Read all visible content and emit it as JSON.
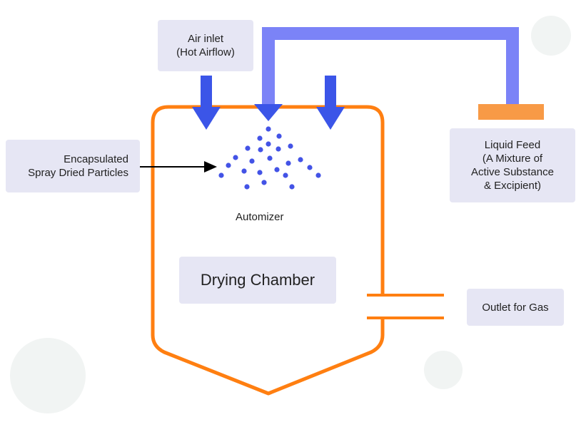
{
  "labels": {
    "air_inlet": "Air inlet\n(Hot Airflow)",
    "encapsulated": "Encapsulated\nSpray Dried Particles",
    "liquid_feed": "Liquid Feed\n(A Mixture of\nActive Substance\n& Excipient)",
    "automizer": "Automizer",
    "drying_chamber": "Drying Chamber",
    "outlet": "Outlet for Gas"
  },
  "colors": {
    "chamber_outline": "#ff7f11",
    "feed_pipe": "#7b83f7",
    "arrow_blue": "#3b55e8",
    "droplet": "#4353e6",
    "feed_bar": "#f89a46",
    "label_bg": "#e6e6f4",
    "decoration": "#f1f4f3"
  }
}
